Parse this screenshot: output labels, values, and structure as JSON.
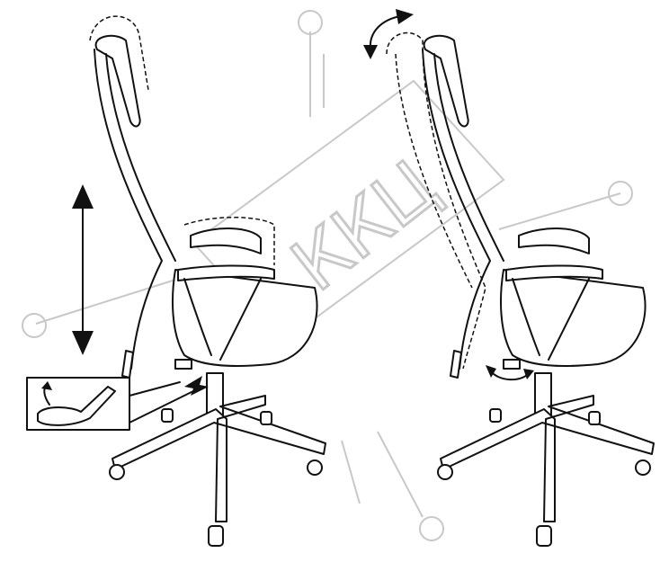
{
  "watermark": {
    "text": "ККЦ"
  },
  "figures": [
    {
      "name": "chair-height-adjustment",
      "controls": [
        "height-arrow",
        "lever-inset"
      ]
    },
    {
      "name": "chair-tilt-adjustment",
      "controls": [
        "backrest-tilt-arrow",
        "tension-knob-arrow"
      ]
    }
  ],
  "colors": {
    "line": "#111111",
    "watermark": "#c8c8c8"
  }
}
